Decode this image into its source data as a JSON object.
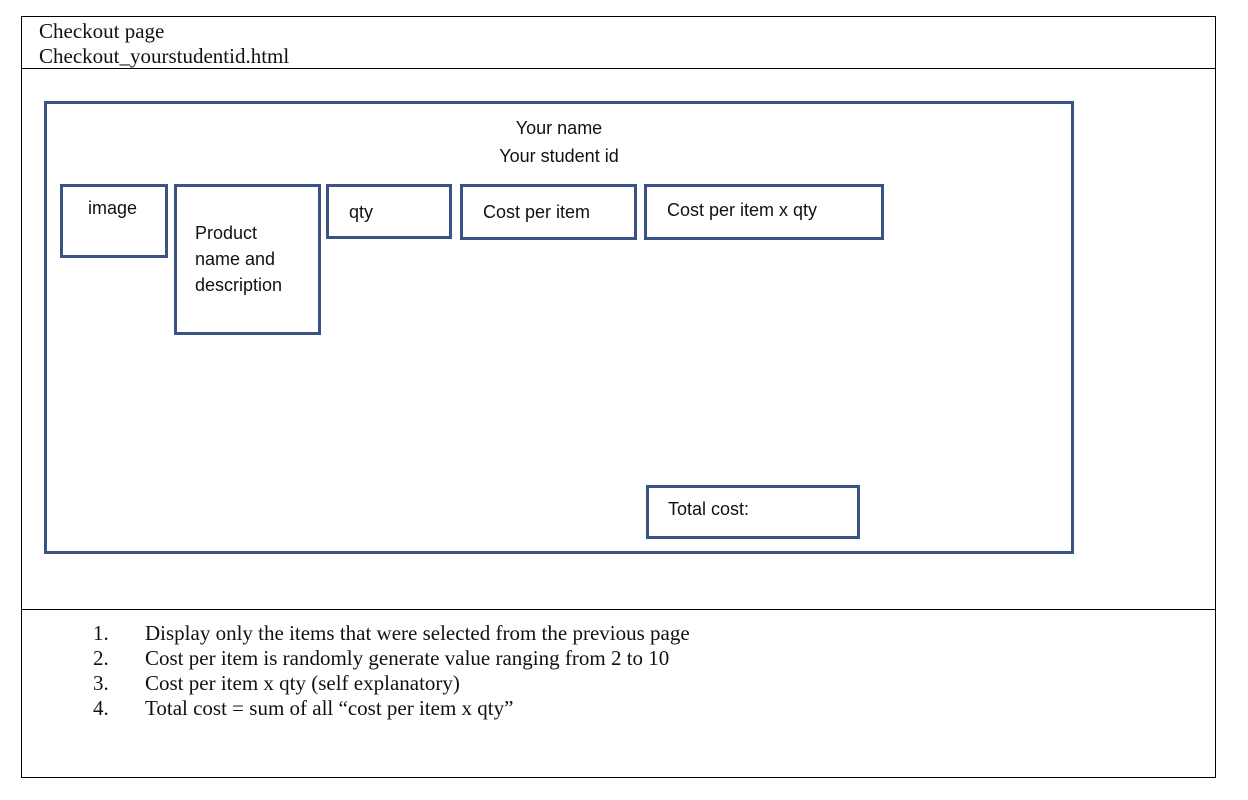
{
  "header": {
    "line1": "Checkout page",
    "line2": "Checkout_yourstudentid.html"
  },
  "wireframe": {
    "name_label": "Your name",
    "student_id_label": "Your student id",
    "image_label": "image",
    "product_label_lines": [
      "Product",
      "name and",
      "description"
    ],
    "qty_label": "qty",
    "cost_per_item_label": "Cost per item",
    "cost_x_qty_label": "Cost per item x qty",
    "total_cost_label": "Total cost:"
  },
  "notes": [
    {
      "number": "1.",
      "text": "Display only the items that were selected from the previous page"
    },
    {
      "number": "2.",
      "text": "Cost per item is randomly generate value ranging from 2 to 10"
    },
    {
      "number": "3.",
      "text": "Cost per item x qty (self explanatory)"
    },
    {
      "number": "4.",
      "text": "Total cost = sum of all “cost per item x qty”"
    }
  ],
  "colors": {
    "wireframe_border": "#3b5285",
    "table_border": "#000000"
  }
}
